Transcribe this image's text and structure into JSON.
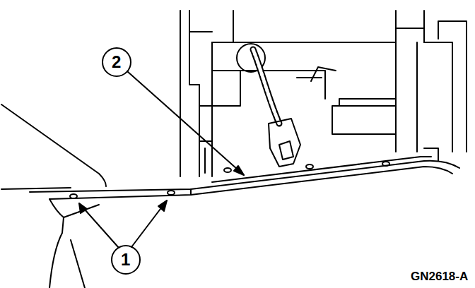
{
  "diagram": {
    "labels": [
      "2",
      "1",
      "GN2618-A"
    ]
  }
}
